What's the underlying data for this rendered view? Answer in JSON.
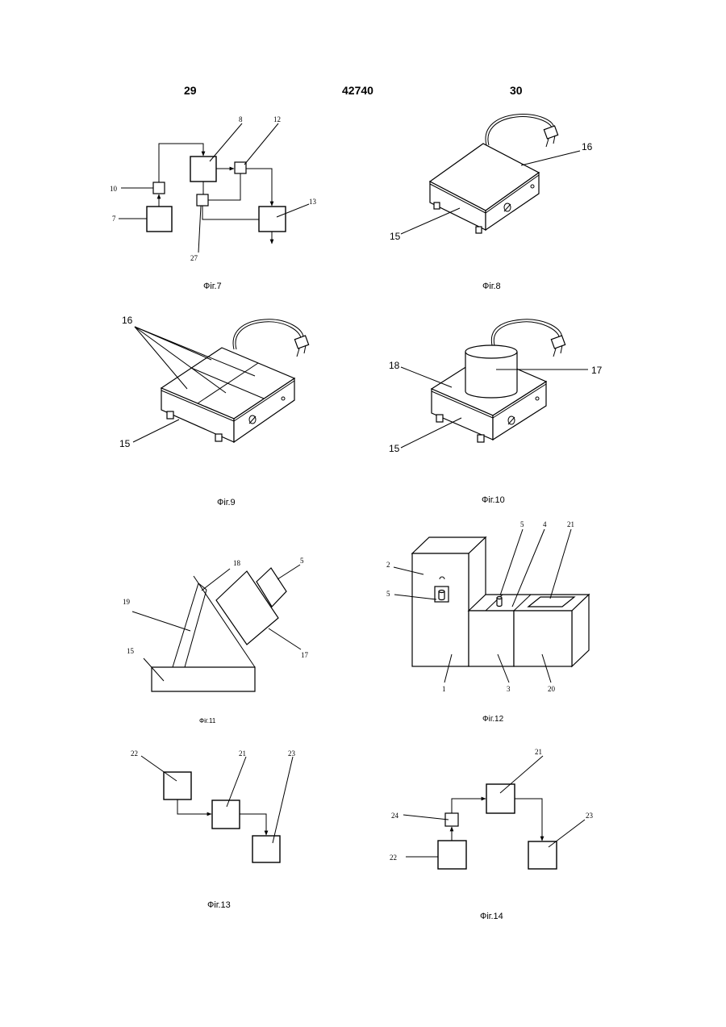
{
  "header": {
    "left": "29",
    "center": "42740",
    "right": "30"
  },
  "figures": {
    "fig7": {
      "caption": "Фіг.7",
      "labels": {
        "l8": "8",
        "l12": "12",
        "l10": "10",
        "l7": "7",
        "l13": "13",
        "l27": "27"
      }
    },
    "fig8": {
      "caption": "Фіг.8",
      "labels": {
        "l16": "16",
        "l15": "15"
      }
    },
    "fig9": {
      "caption": "Фіг.9",
      "labels": {
        "l16": "16",
        "l15": "15"
      }
    },
    "fig10": {
      "caption": "Фіг.10",
      "labels": {
        "l18": "18",
        "l17": "17",
        "l15": "15"
      }
    },
    "fig11": {
      "caption": "Фіг.11",
      "labels": {
        "l18": "18",
        "l5": "5",
        "l19": "19",
        "l15": "15",
        "l17": "17"
      }
    },
    "fig12": {
      "caption": "Фіг.12",
      "labels": {
        "l5a": "5",
        "l4": "4",
        "l21": "21",
        "l2": "2",
        "l5b": "5",
        "l1": "1",
        "l3": "3",
        "l20": "20"
      }
    },
    "fig13": {
      "caption": "Фіг.13",
      "labels": {
        "l22": "22",
        "l21": "21",
        "l23": "23"
      }
    },
    "fig14": {
      "caption": "Фіг.14",
      "labels": {
        "l21": "21",
        "l24": "24",
        "l23": "23",
        "l22": "22"
      }
    }
  }
}
